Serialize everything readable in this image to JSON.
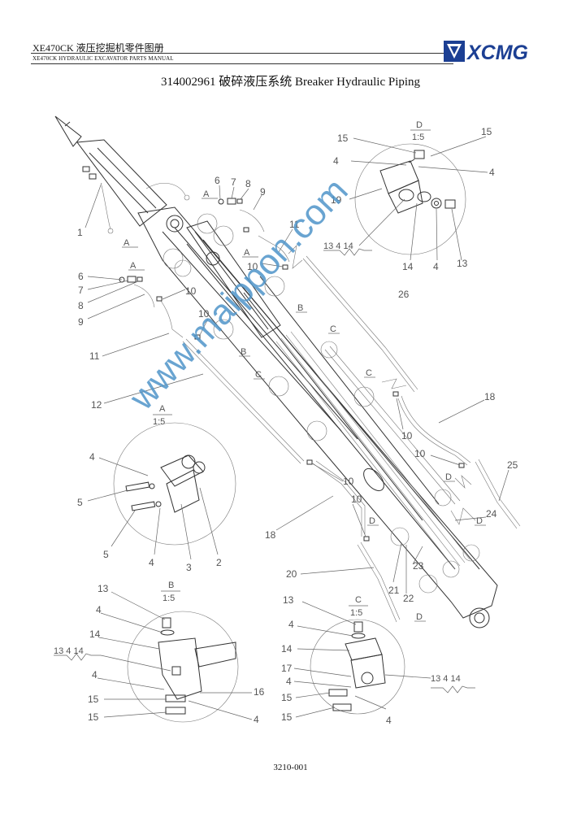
{
  "header": {
    "title": "XE470CK  液压挖掘机零件图册",
    "subtitle": "XE470CK HYDRAULIC EXCAVATOR PARTS MANUAL",
    "logo_text": "XCMG",
    "logo_color": "#1c3f93"
  },
  "page_title": "314002961 破碎液压系统  Breaker Hydraulic Piping",
  "page_number": "3210-001",
  "watermark": "www.maippon.com",
  "watermark_color": "#4f95c9",
  "views": {
    "a": {
      "letter": "A",
      "scale": "1:5"
    },
    "b": {
      "letter": "B",
      "scale": "1:5"
    },
    "c": {
      "letter": "C",
      "scale": "1:5"
    },
    "d": {
      "letter": "D",
      "scale": "1:5"
    }
  },
  "group_label": "13  4  14",
  "callouts": {
    "p1": "1",
    "p2": "2",
    "p3": "3",
    "p4": "4",
    "p5": "5",
    "p6": "6",
    "p7": "7",
    "p8": "8",
    "p9": "9",
    "p10": "10",
    "p11": "11",
    "p12": "12",
    "p13": "13",
    "p14": "14",
    "p15": "15",
    "p16": "16",
    "p17": "17",
    "p18": "18",
    "p19": "19",
    "p20": "20",
    "p21": "21",
    "p22": "22",
    "p23": "23",
    "p24": "24",
    "p25": "25",
    "p26": "26"
  },
  "view_markers": {
    "a": "A",
    "b": "B",
    "c": "C",
    "d": "D"
  }
}
